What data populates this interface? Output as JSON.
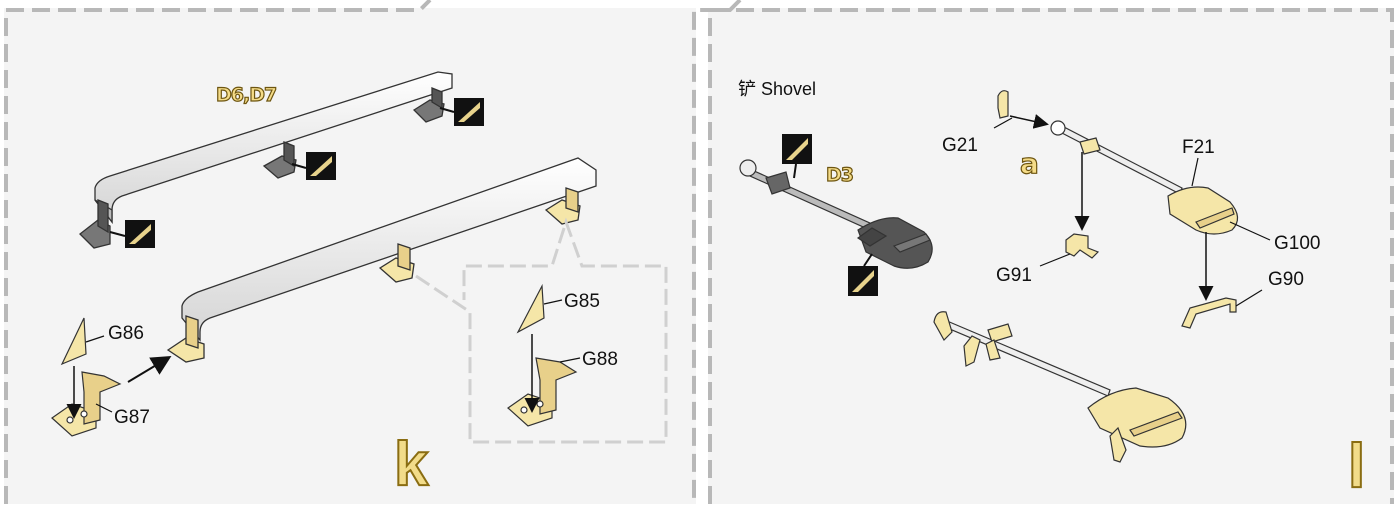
{
  "panel_k": {
    "step_letter": "k",
    "paint_tag": "D6,D7",
    "labels": {
      "g86": "G86",
      "g87": "G87",
      "g85": "G85",
      "g88": "G88"
    }
  },
  "panel_l": {
    "step_letter": "l",
    "title": "铲 Shovel",
    "paint_tag": "D3",
    "sub_tag": "a",
    "labels": {
      "g21": "G21",
      "f21": "F21",
      "g100": "G100",
      "g91": "G91",
      "g90": "G90"
    }
  },
  "colors": {
    "part_yellow": "#f5e6a8",
    "dark_part": "#555555",
    "border_dash": "#b8b8b8",
    "panel_bg": "#f4f4f4"
  }
}
